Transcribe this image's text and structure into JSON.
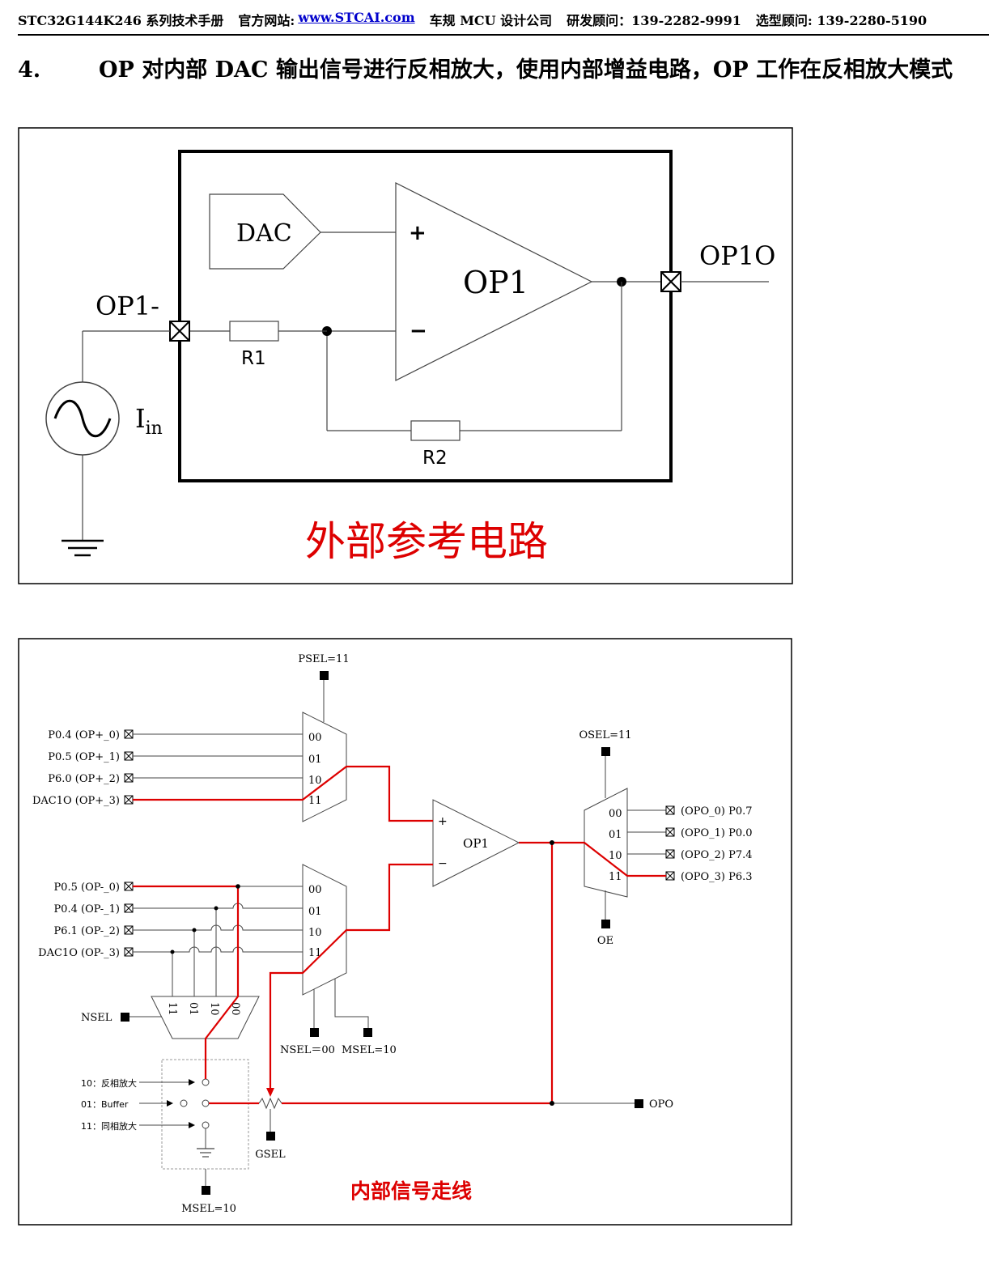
{
  "header": {
    "doc_title": "STC32G144K246 系列技术手册",
    "site_label": "官方网站:",
    "site_link": "www.STCAI.com",
    "company": "车规 MCU 设计公司",
    "advisor_dev": "研发顾问：139-2282-9991",
    "advisor_sel": "选型顾问: 139-2280-5190"
  },
  "section": {
    "number": "4.",
    "title": "OP 对内部 DAC 输出信号进行反相放大，使用内部增益电路，OP 工作在反相放大模式"
  },
  "ext_circuit": {
    "dac": "DAC",
    "plus": "+",
    "minus": "−",
    "op": "OP1",
    "op1o": "OP1O",
    "op1n": "OP1-",
    "r1": "R1",
    "r2": "R2",
    "iin_main": "I",
    "iin_sub": "in",
    "caption": "外部参考电路"
  },
  "int_circuit": {
    "psel": "PSEL=11",
    "osel": "OSEL=11",
    "oe": "OE",
    "nsel_label": "NSEL",
    "nsel_value": "NSEL＝00",
    "msel_value": "MSEL=10",
    "msel_bottom": "MSEL=10",
    "gsel": "GSEL",
    "opo": "OPO",
    "op": "OP1",
    "plus": "+",
    "minus": "−",
    "pos_inputs": [
      "P0.4 (OP+_0)",
      "P0.5 (OP+_1)",
      "P6.0 (OP+_2)",
      "DAC1O (OP+_3)"
    ],
    "neg_inputs": [
      "P0.5 (OP-_0)",
      "P0.4 (OP-_1)",
      "P6.1 (OP-_2)",
      "DAC1O (OP-_3)"
    ],
    "mux_codes": [
      "00",
      "01",
      "10",
      "11"
    ],
    "nsel_codes": [
      "11",
      "01",
      "10",
      "00"
    ],
    "outputs": [
      "(OPO_0) P0.7",
      "(OPO_1) P0.0",
      "(OPO_2) P7.4",
      "(OPO_3) P6.3"
    ],
    "modes": [
      "10：反相放大",
      "01：Buffer",
      "11：同相放大"
    ],
    "caption": "内部信号走线"
  },
  "colors": {
    "signal": "#dd0000",
    "line": "#444444",
    "caption": "#dd0000"
  }
}
